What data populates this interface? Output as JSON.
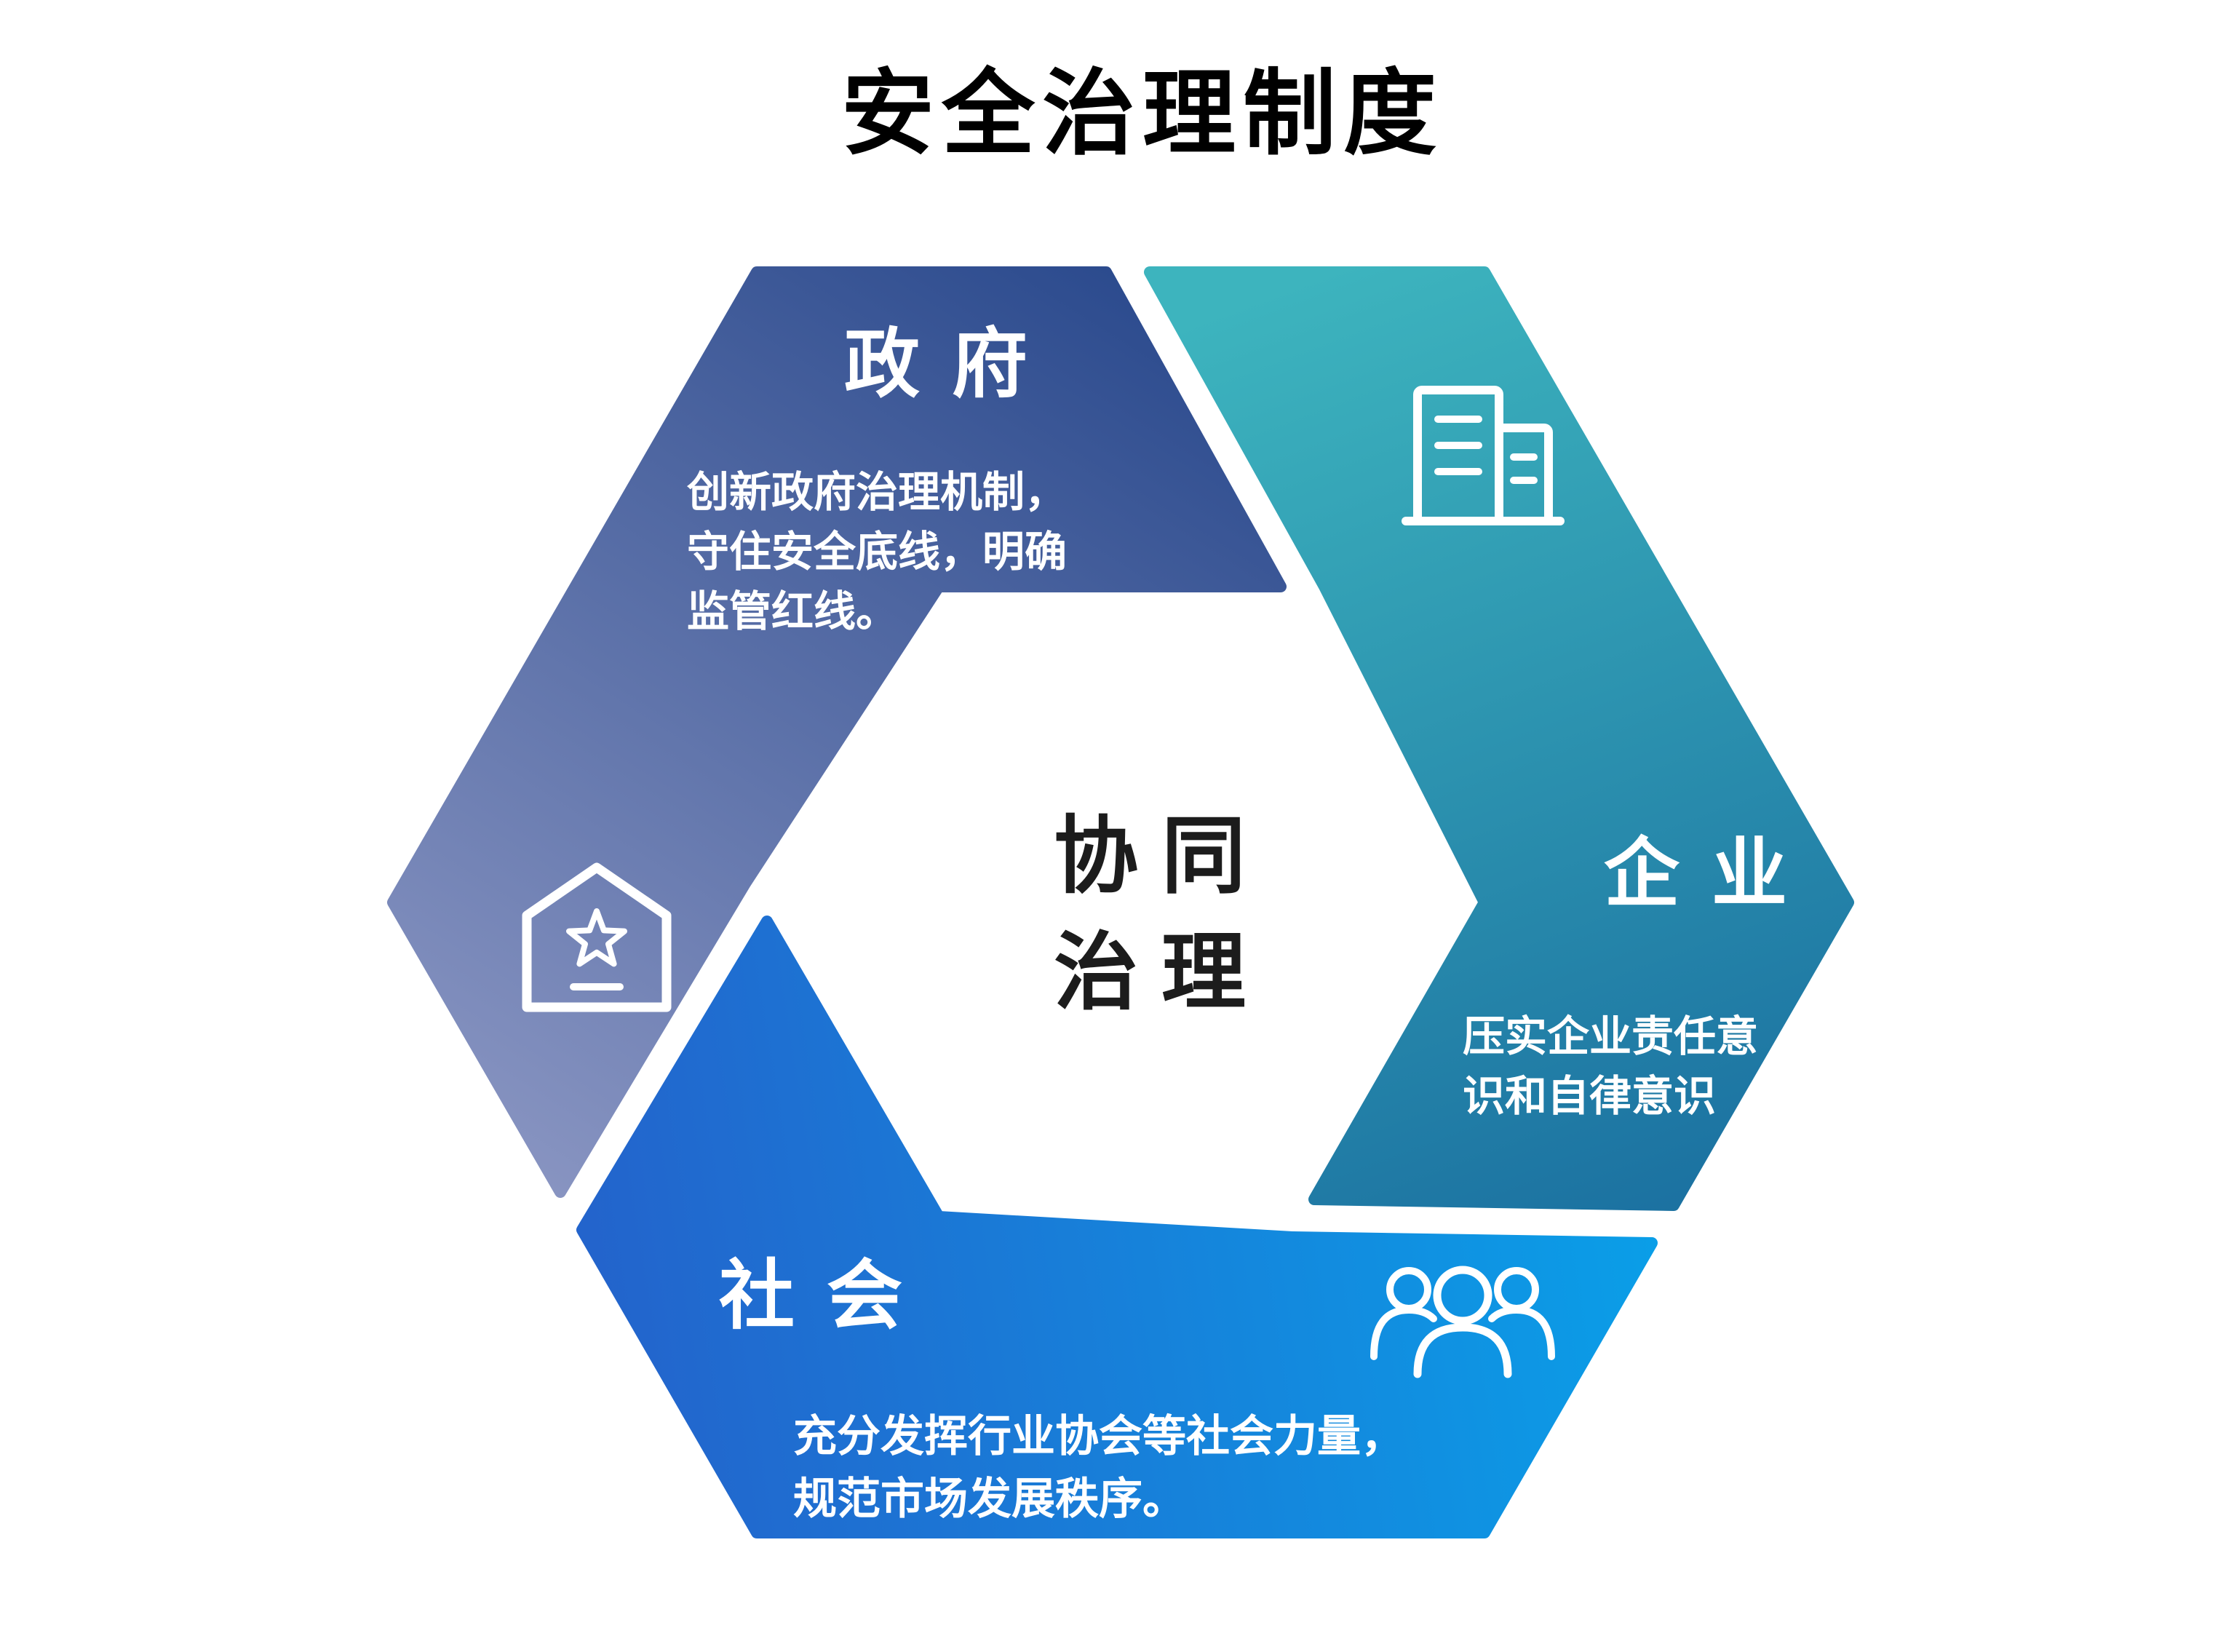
{
  "title": "安全治理制度",
  "center": {
    "line1": "协同",
    "line2": "治理"
  },
  "nodes": {
    "government": {
      "label": "政府",
      "desc": [
        "创新政府治理机制，",
        "守住安全底线，明确",
        "监管红线。"
      ],
      "icon": "government-house-star-icon",
      "gradient": {
        "start": "#2c4b8e",
        "end": "#8d98c4"
      }
    },
    "enterprise": {
      "label": "企业",
      "desc": [
        "压实企业责任意",
        "识和自律意识"
      ],
      "icon": "office-buildings-icon",
      "gradient": {
        "start": "#3db4be",
        "end": "#1a6fa0"
      }
    },
    "society": {
      "label": "社会",
      "desc": [
        "充分发挥行业协会等社会力量，",
        "规范市场发展秩序。"
      ],
      "icon": "people-group-icon",
      "gradient": {
        "start": "#2364cc",
        "end": "#09a1e9"
      }
    }
  }
}
